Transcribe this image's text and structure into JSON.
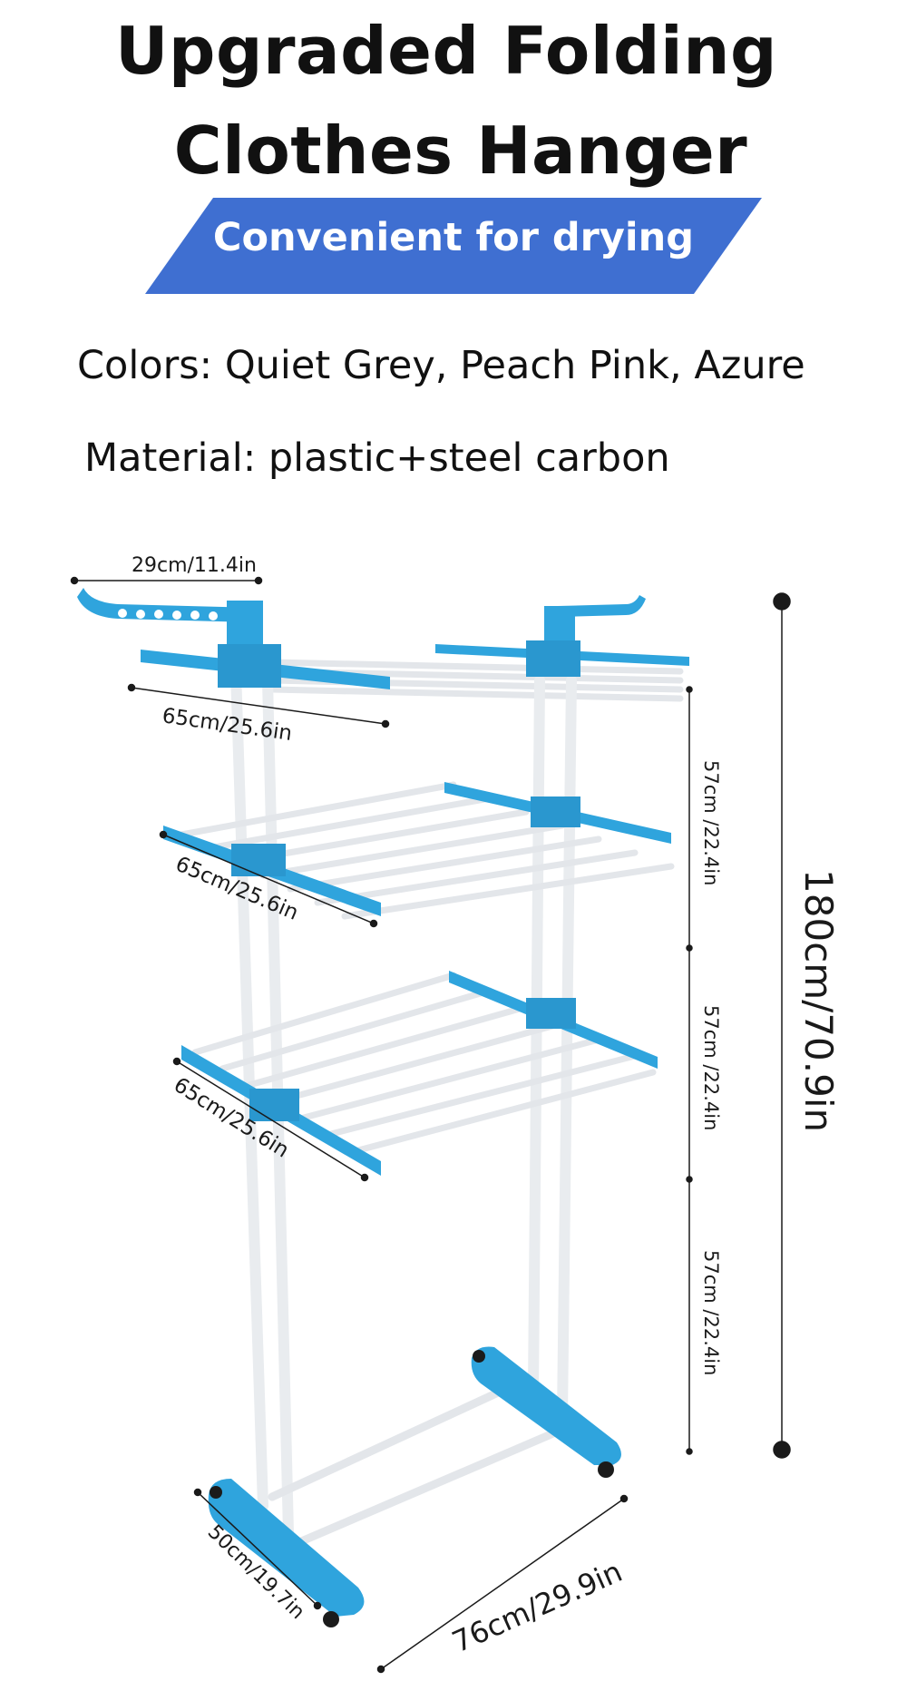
{
  "title_line1": "Upgraded Folding",
  "title_line2": "Clothes Hanger",
  "banner_text": "Convenient for drying",
  "colors_line": "Colors: Quiet Grey, Peach Pink, Azure",
  "material_line": "Material: plastic+steel carbon",
  "dimensions": {
    "hanger_width": "29cm/11.4in",
    "top_shelf_width": "65cm/25.6in",
    "middle_shelf_width": "65cm/25.6in",
    "lower_shelf_width": "65cm/25.6in",
    "tier_height_1": "57cm /22.4in",
    "tier_height_2": "57cm /22.4in",
    "tier_height_3": "57cm /22.4in",
    "total_height": "180cm/70.9in",
    "base_length": "76cm/29.9in",
    "base_depth": "50cm/19.7in"
  },
  "colors": {
    "banner_blue": "#3f6fd1",
    "frame_blue": "#2fa4dd",
    "rod_white": "#f2f4f6"
  }
}
